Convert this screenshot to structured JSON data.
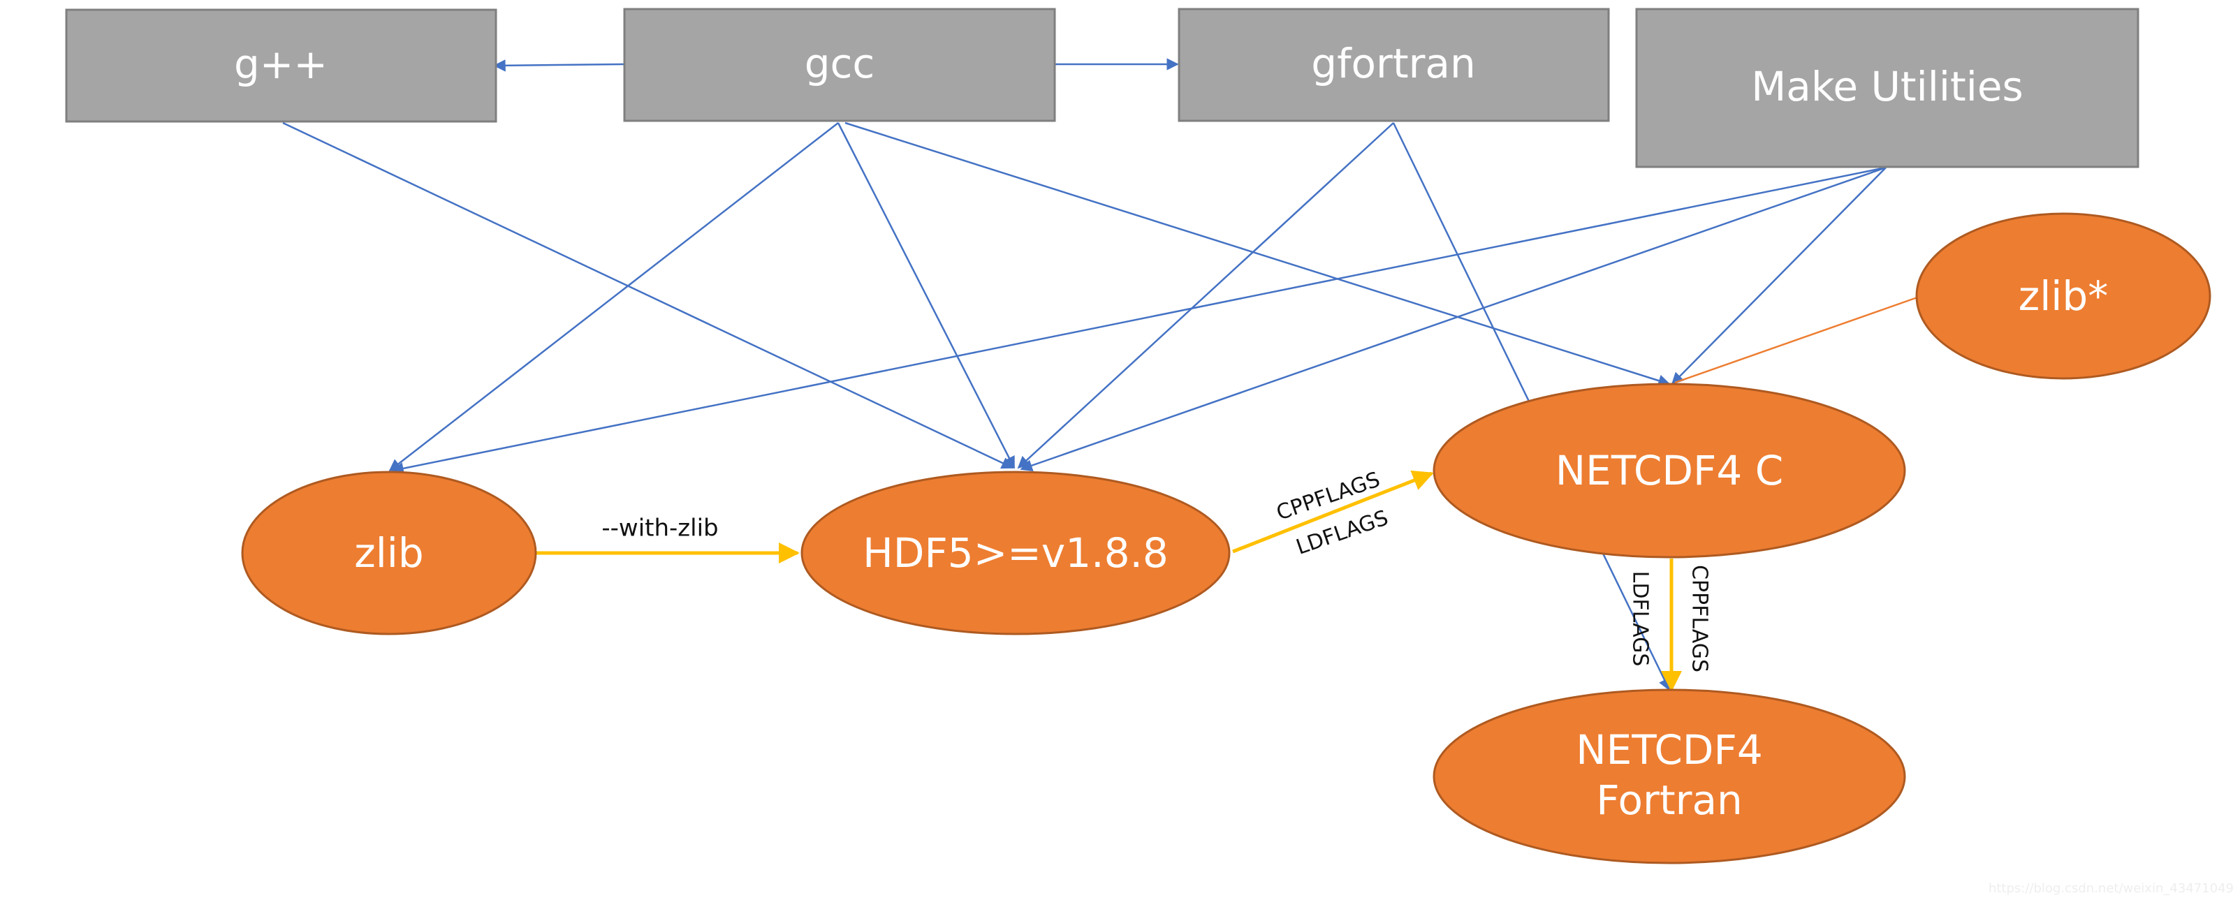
{
  "colors": {
    "box_fill": "#a5a5a5",
    "ellipse_fill": "#ed7d31",
    "dependency_edge": "#4472c4",
    "flag_edge": "#ffc000",
    "zlib_alt_edge": "#ed7d31"
  },
  "nodes": {
    "gpp": "g++",
    "gcc": "gcc",
    "gfortran": "gfortran",
    "make": "Make Utilities",
    "zlib_star": "zlib*",
    "netcdf_c": "NETCDF4 C",
    "zlib": "zlib",
    "hdf5": "HDF5>=v1.8.8",
    "netcdf_fortran_line1": "NETCDF4",
    "netcdf_fortran_line2": "Fortran"
  },
  "edge_labels": {
    "with_zlib": "--with-zlib",
    "hdf5_cppflags": "CPPFLAGS",
    "hdf5_ldflags": "LDFLAGS",
    "nc_cppflags": "CPPFLAGS",
    "nc_ldflags": "LDFLAGS"
  },
  "watermark": "https://blog.csdn.net/weixin_43471049"
}
